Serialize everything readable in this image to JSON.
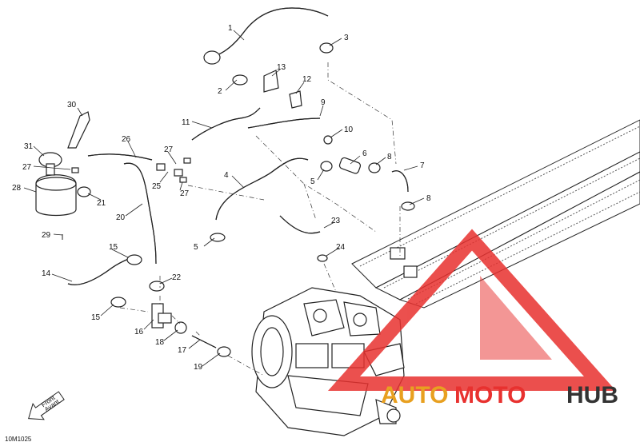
{
  "diagram": {
    "reference_code": "10M1025",
    "direction_arrow": {
      "line1": "Front",
      "line2": "Avant"
    },
    "callouts": [
      "1",
      "2",
      "3",
      "4",
      "5",
      "5",
      "6",
      "7",
      "8",
      "8",
      "9",
      "10",
      "11",
      "12",
      "13",
      "14",
      "15",
      "15",
      "16",
      "17",
      "18",
      "19",
      "20",
      "21",
      "22",
      "23",
      "24",
      "25",
      "26",
      "27",
      "27",
      "27",
      "28",
      "29",
      "30",
      "31"
    ]
  },
  "watermark": {
    "part1": "AUTO",
    "part2": "MOTO",
    "part3": "HUB",
    "colors": {
      "logo": "#e8312f",
      "auto": "#e8a020",
      "moto": "#e8312f",
      "hub": "#333333"
    }
  }
}
